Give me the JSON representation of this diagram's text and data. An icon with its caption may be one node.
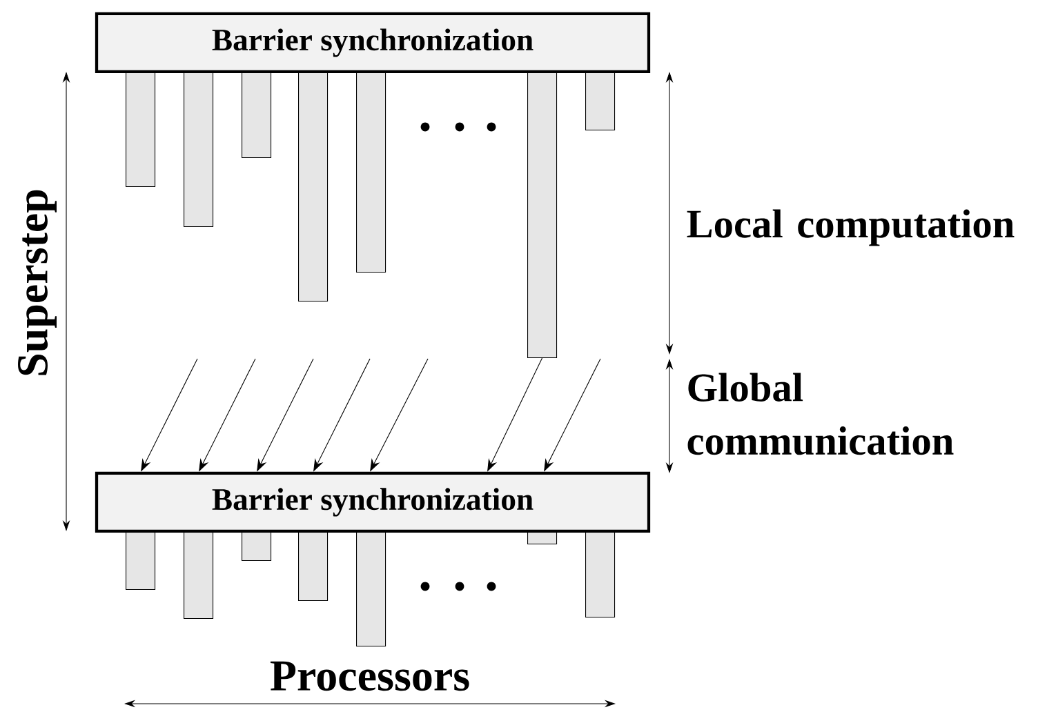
{
  "diagram": {
    "nodes": [
      {
        "text": [
          "Barrier synchronization"
        ]
      },
      {
        "text": [
          "Barrier synchronization"
        ]
      },
      {
        "text": [],
        "shape": "bar"
      },
      {
        "text": [],
        "shape": "bar"
      },
      {
        "text": [],
        "shape": "bar"
      },
      {
        "text": [],
        "shape": "bar"
      },
      {
        "text": [],
        "shape": "bar"
      },
      {
        "text": [],
        "shape": "bar"
      },
      {
        "text": [],
        "shape": "bar"
      },
      {
        "text": [],
        "shape": "bar"
      },
      {
        "text": [],
        "shape": "bar"
      },
      {
        "text": [],
        "shape": "bar"
      },
      {
        "text": [],
        "shape": "bar"
      },
      {
        "text": [],
        "shape": "bar"
      },
      {
        "text": [],
        "shape": "bar"
      },
      {
        "text": [],
        "shape": "bar"
      }
    ],
    "edges": [
      {
        "from": null,
        "to": 1,
        "arrow": "to"
      },
      {
        "from": null,
        "to": 1,
        "arrow": "to"
      },
      {
        "from": null,
        "to": 1,
        "arrow": "to"
      },
      {
        "from": null,
        "to": 1,
        "arrow": "to"
      },
      {
        "from": null,
        "to": 1,
        "arrow": "to"
      },
      {
        "from": 7,
        "to": 1,
        "arrow": "to"
      },
      {
        "from": null,
        "to": 1,
        "arrow": "to"
      }
    ],
    "labels": [
      "Superstep",
      "Local computation",
      "Global communication",
      "Processors"
    ]
  }
}
